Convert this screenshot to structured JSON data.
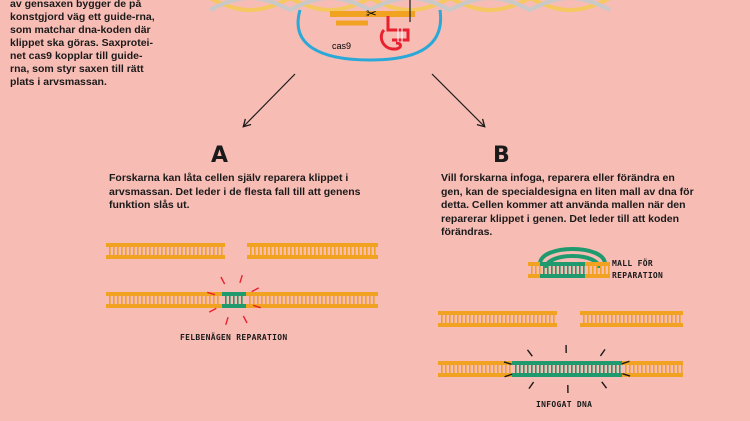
{
  "intro": {
    "lines": [
      "av gensaxen bygger de på",
      "konstgjord väg ett guide-rna,",
      "som matchar dna-koden där",
      "klippet ska göras. Saxprotei-",
      "net cas9 kopplar till guide-",
      "rna, som styr saxen till rätt",
      "plats i arvsmassan."
    ]
  },
  "top_diagram": {
    "cas9_label": "cas9",
    "scissors_glyph": "✂"
  },
  "branch_a": {
    "letter": "A",
    "text_lines": [
      "Forskarna kan låta cellen själv reparera klippet i",
      "arvsmassan. Det leder i de flesta fall till att genens",
      "funktion slås ut."
    ],
    "caption": "FELBENÄGEN REPARATION"
  },
  "branch_b": {
    "letter": "B",
    "text_lines": [
      "Vill forskarna infoga, reparera eller förändra en",
      "gen, kan de specialdesigna en liten mall av dna för",
      "detta. Cellen kommer att använda mallen när den",
      "reparerar klippet i genen. Det leder till att koden",
      "förändras."
    ],
    "template_label_lines": [
      "MALL FÖR",
      "REPARATION"
    ],
    "caption": "INFOGAT DNA"
  },
  "colors": {
    "background": "#f7bcb4",
    "dna_orange": "#f0a220",
    "dna_green": "#1f9a6f",
    "guide_red": "#e8212e",
    "cas9_blue": "#2aa9d8",
    "top_dna_yellow": "#f5c860"
  }
}
